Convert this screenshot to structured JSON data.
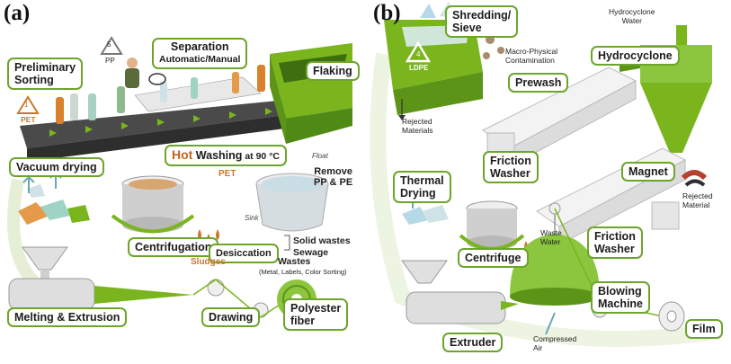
{
  "panel_a": {
    "label": "(a)",
    "steps": {
      "separation_title": "Separation",
      "separation_sub": "Automatic/Manual",
      "preliminary_sorting": "Preliminary\nSorting",
      "flaking": "Flaking",
      "hot_washing_hot": "Hot",
      "hot_washing_rest": " Washing",
      "hot_washing_temp": " at 90 °C",
      "vacuum_drying": "Vacuum drying",
      "centrifugation": "Centrifugation",
      "remove": "Remove",
      "remove_sub": "PP & PE",
      "desiccation": "Desiccation",
      "melting_extrusion": "Melting & Extrusion",
      "drawing": "Drawing",
      "polyester_fiber": "Polyester\nfiber"
    },
    "notes": {
      "recycle_code_pp_num": "5",
      "recycle_code_pp": "PP",
      "recycle_code_pet_num": "1",
      "recycle_code_pet": "PET",
      "pet_flakes": "PET",
      "float": "Float",
      "sink": "Sink",
      "sludges": "Sludges",
      "solid_wastes": "Solid wastes",
      "sewage": "Sewage",
      "wastes": "Wastes",
      "wastes_detail": "(Metal, Labels, Color Sorting)"
    }
  },
  "panel_b": {
    "label": "(b)",
    "steps": {
      "shredding": "Shredding/\nSieve",
      "hydrocyclone": "Hydrocyclone",
      "prewash": "Prewash",
      "friction_washer_1": "Friction\nWasher",
      "magnet": "Magnet",
      "thermal_drying": "Thermal\nDrying",
      "friction_washer_2": "Friction\nWasher",
      "centrifuge": "Centrifuge",
      "blowing_machine": "Blowing\nMachine",
      "extruder": "Extruder",
      "film": "Film"
    },
    "notes": {
      "recycle_code_ldpe_num": "4",
      "recycle_code_ldpe": "LDPE",
      "hydrocyclone_water": "Hydrocyclone\nWater",
      "macro_contamination": "Macro-Physical\nContamination",
      "rejected_materials": "Rejected\nMaterials",
      "rejected_material": "Rejected\nMaterial",
      "waste_water": "Waste\nWater",
      "compressed_air": "Compressed\nAir"
    }
  },
  "colors": {
    "accent_green": "#7ab51d",
    "dark_green": "#4f8a17",
    "label_border": "#6da52c",
    "machine_grey": "#dcdcdc",
    "belt_dark": "#3a3a3a",
    "sludge_orange": "#c87a2a"
  }
}
